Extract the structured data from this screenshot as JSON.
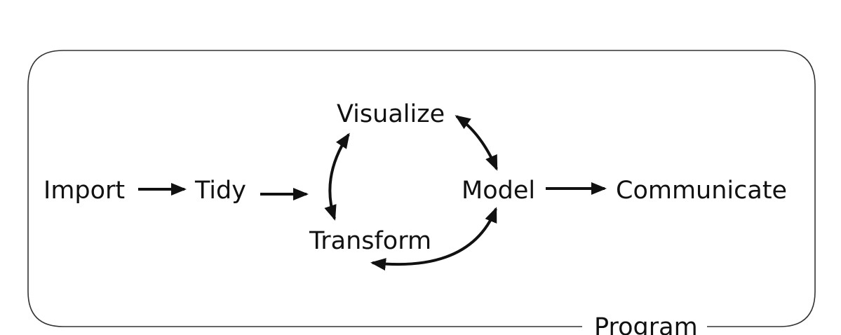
{
  "nodes": {
    "import": "Import",
    "tidy": "Tidy",
    "visualize": "Visualize",
    "model": "Model",
    "transform": "Transform",
    "communicate": "Communicate"
  },
  "frame": {
    "label": "Program"
  },
  "colors": {
    "ink": "#111111",
    "frame": "#333333",
    "background": "#ffffff"
  }
}
